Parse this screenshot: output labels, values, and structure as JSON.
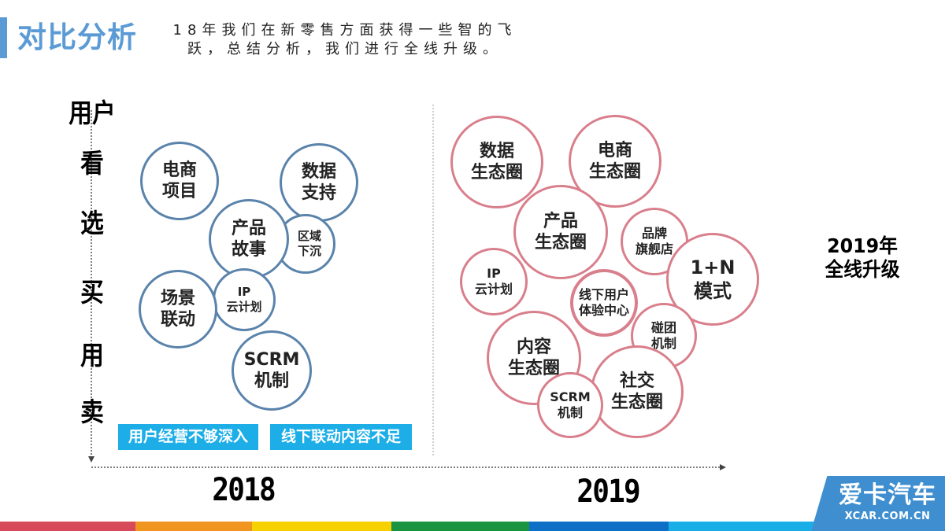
{
  "header": {
    "title": "对比分析",
    "subtitle_line1": "18年我们在新零售方面获得一些智的飞",
    "subtitle_line2": "跃，总结分析，我们进行全线升级。"
  },
  "y_axis": {
    "labels": [
      "用户",
      "看",
      "选",
      "买",
      "用",
      "卖"
    ]
  },
  "x_axis": {
    "year_2018": "2018",
    "year_2019": "2019"
  },
  "panel_2018": {
    "border_color": "#5a83ab",
    "bubbles": [
      {
        "id": "ecommerce-project",
        "text": "电商\n项目"
      },
      {
        "id": "data-support",
        "text": "数据\n支持"
      },
      {
        "id": "regional-sinking",
        "text": "区域\n下沉"
      },
      {
        "id": "product-story",
        "text": "产品\n故事"
      },
      {
        "id": "scene-linkage",
        "text": "场景\n联动"
      },
      {
        "id": "ip-cloud-plan",
        "text": "IP\n云计划"
      },
      {
        "id": "scrm-mechanism",
        "text": "SCRM\n机制"
      }
    ],
    "notes": [
      "用户经营不够深入",
      "线下联动内容不足"
    ],
    "note_color": "#1daee8"
  },
  "panel_2019": {
    "border_color": "#d97f8c",
    "bubbles": [
      {
        "id": "data-ecosystem",
        "text": "数据\n生态圈"
      },
      {
        "id": "ecommerce-ecosystem",
        "text": "电商\n生态圈"
      },
      {
        "id": "product-ecosystem",
        "text": "产品\n生态圈"
      },
      {
        "id": "brand-flagship",
        "text": "品牌\n旗舰店"
      },
      {
        "id": "one-plus-n-model",
        "text": "1+N\n模式"
      },
      {
        "id": "ip-cloud-plan",
        "text": "IP\n云计划"
      },
      {
        "id": "offline-experience-center",
        "text": "线下用户\n体验中心"
      },
      {
        "id": "group-mechanism",
        "text": "碰团\n机制"
      },
      {
        "id": "content-ecosystem",
        "text": "内容\n生态圈"
      },
      {
        "id": "social-ecosystem",
        "text": "社交\n生态圈"
      },
      {
        "id": "scrm-mechanism",
        "text": "SCRM\n机制"
      }
    ]
  },
  "right_label": {
    "line1": "2019年",
    "line2": "全线升级"
  },
  "footer": {
    "strip_colors": [
      "#d64a5a",
      "#f0951f",
      "#f7d000",
      "#1a9440",
      "#0e6fc7",
      "#1aaee6"
    ],
    "logo_cn": "爱卡汽车",
    "logo_en": "XCAR.COM.CN"
  }
}
